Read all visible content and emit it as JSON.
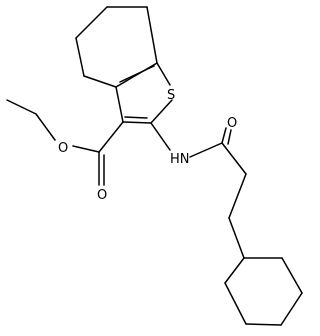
{
  "structure": {
    "atoms": {
      "sulfur": "S",
      "carbonyl_oxygen_ester": "O",
      "ether_oxygen_ester": "O",
      "amide_nitrogen": "HN",
      "amide_oxygen": "O"
    },
    "colors": {
      "bond": "#000000",
      "label": "#000000",
      "background": "#ffffff"
    }
  }
}
